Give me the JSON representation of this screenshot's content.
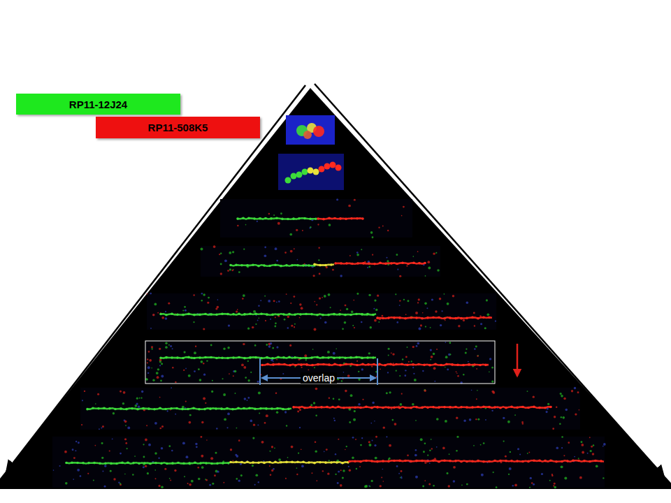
{
  "diagram": {
    "nodes": [
      {
        "text": [
          "RP11-12J24"
        ]
      },
      {
        "text": [
          "RP11-508K5"
        ]
      }
    ],
    "labels": [
      "overlap"
    ]
  }
}
